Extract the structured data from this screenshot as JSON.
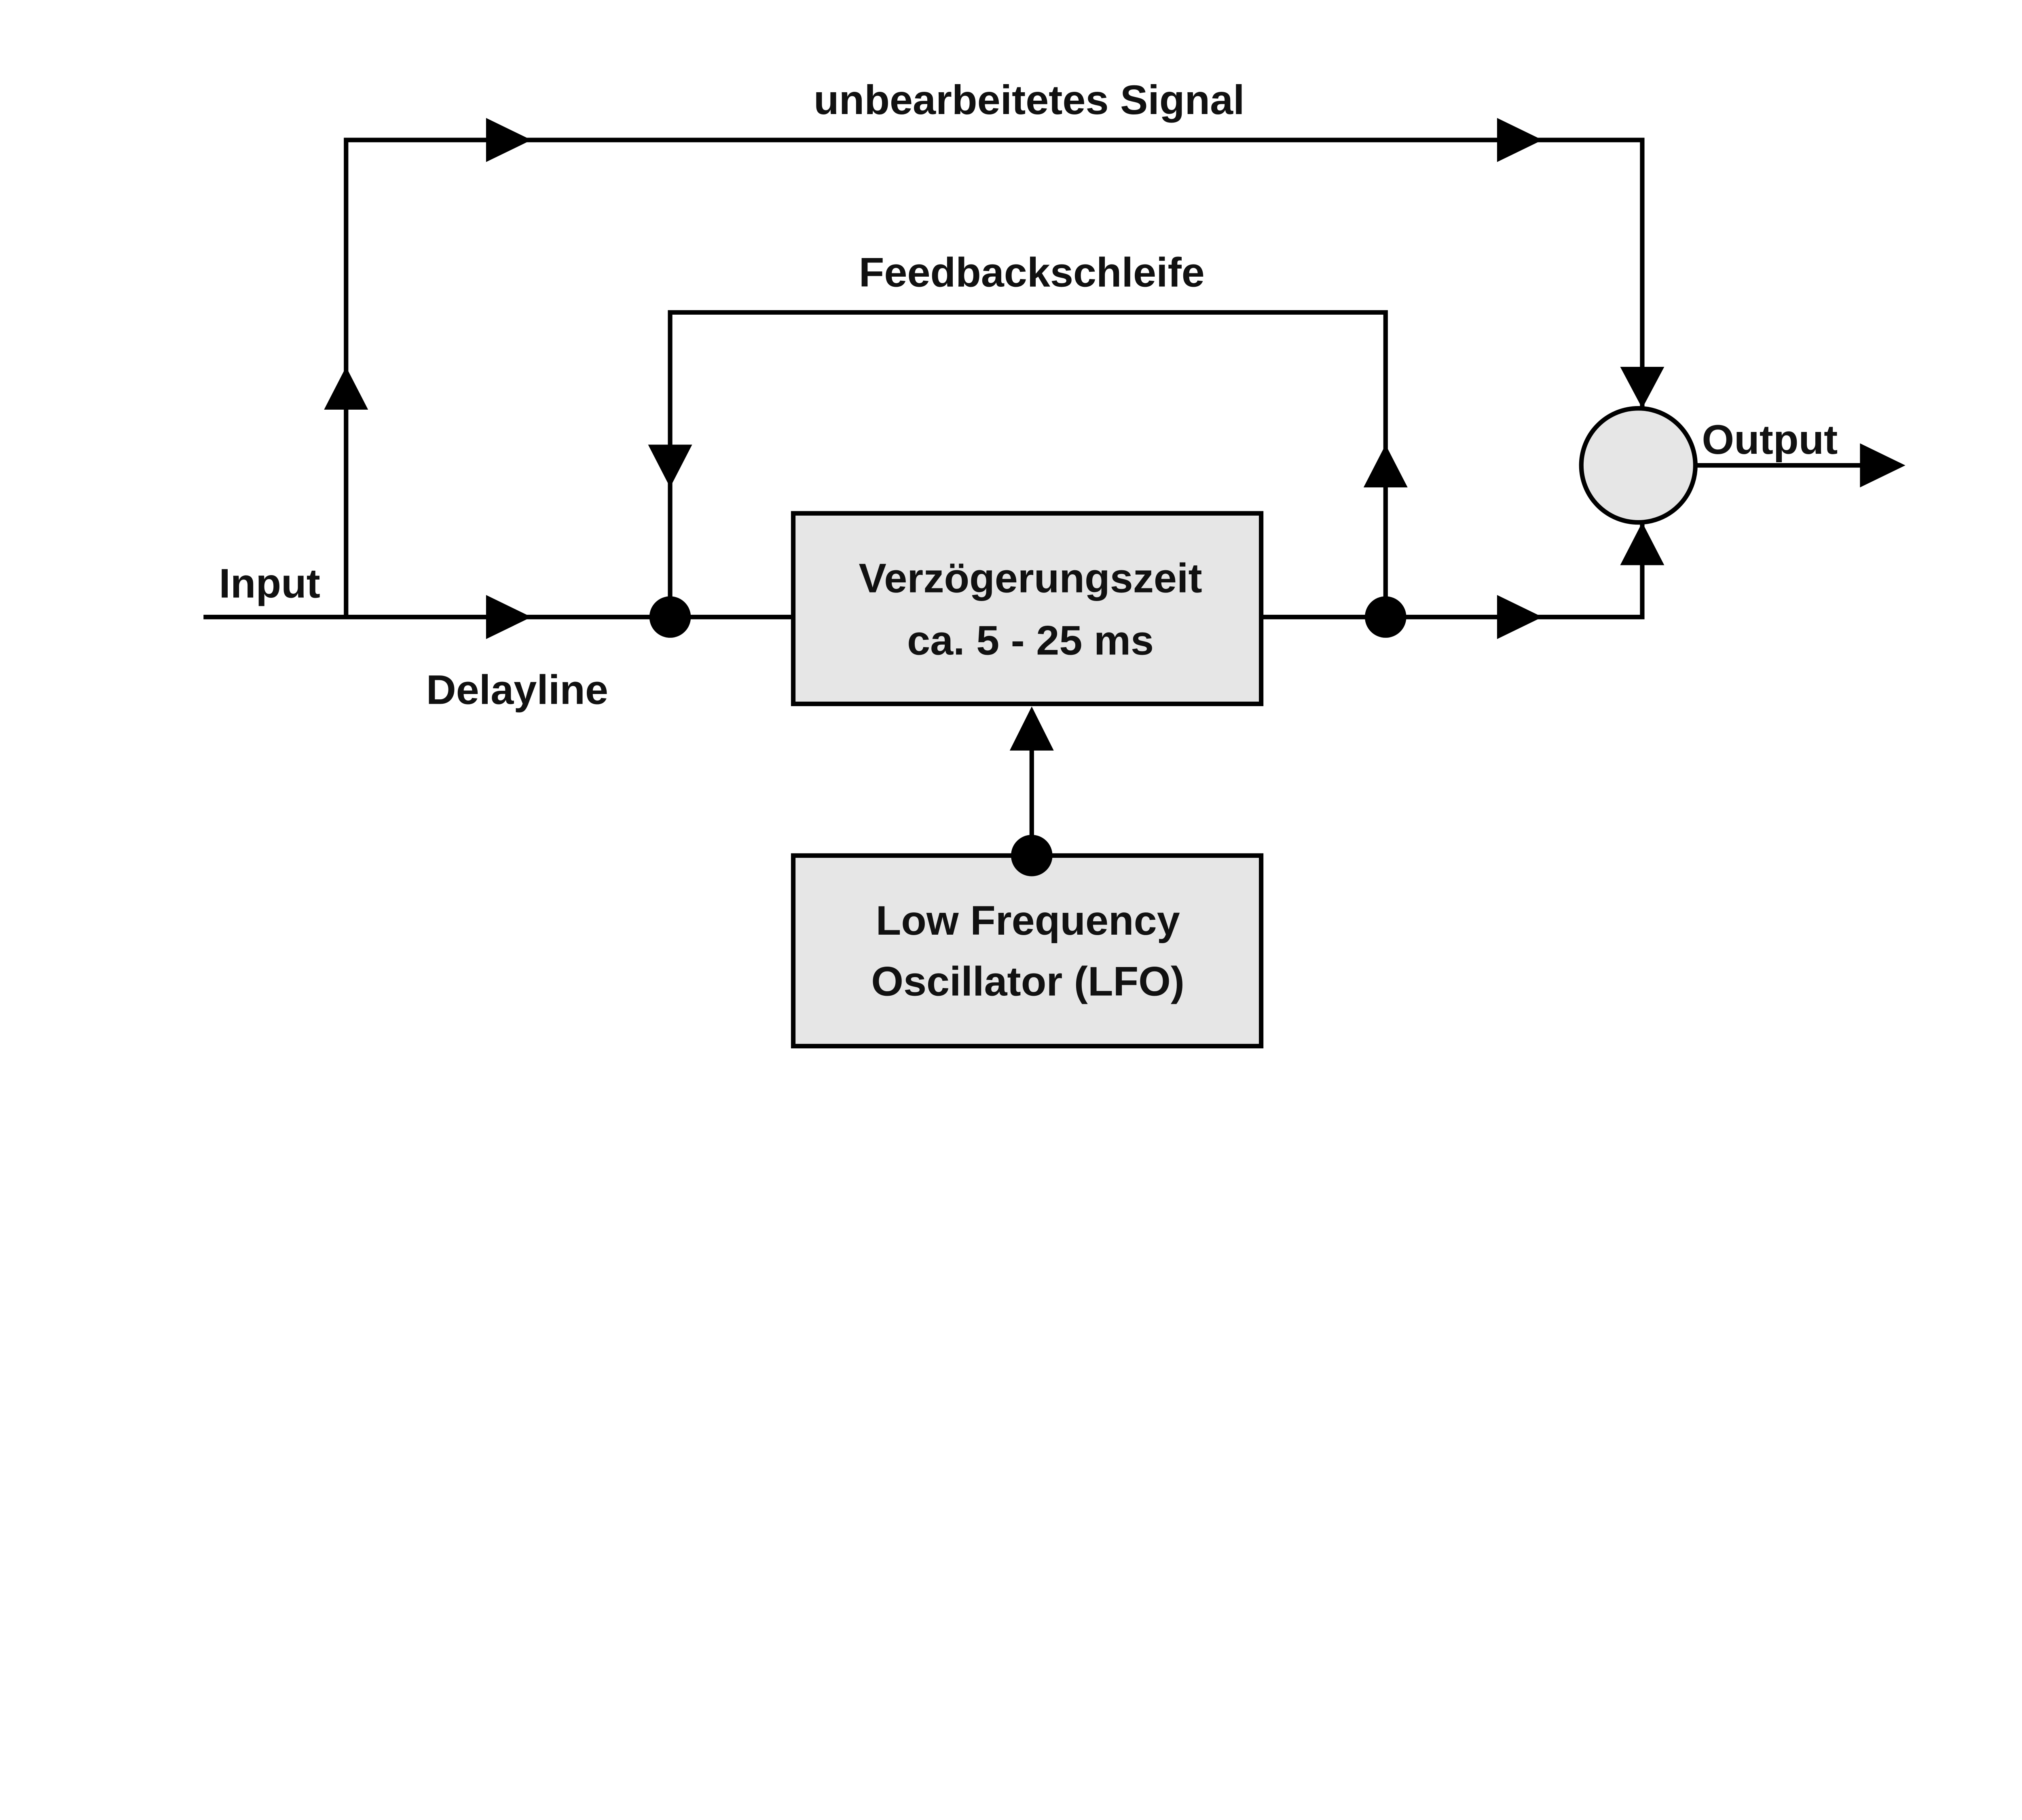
{
  "labels": {
    "dry_signal": "unbearbeitetes Signal",
    "feedback": "Feedbackschleife",
    "input": "Input",
    "delayline": "Delayline",
    "output": "Output"
  },
  "delay_box": {
    "line1": "Verzögerungszeit",
    "line2": "ca. 5 - 25 ms"
  },
  "lfo_box": {
    "line1": "Low Frequency",
    "line2": "Oscillator (LFO)"
  },
  "colors": {
    "box_fill": "#e6e6e6",
    "stroke": "#000000",
    "background": "#ffffff"
  }
}
